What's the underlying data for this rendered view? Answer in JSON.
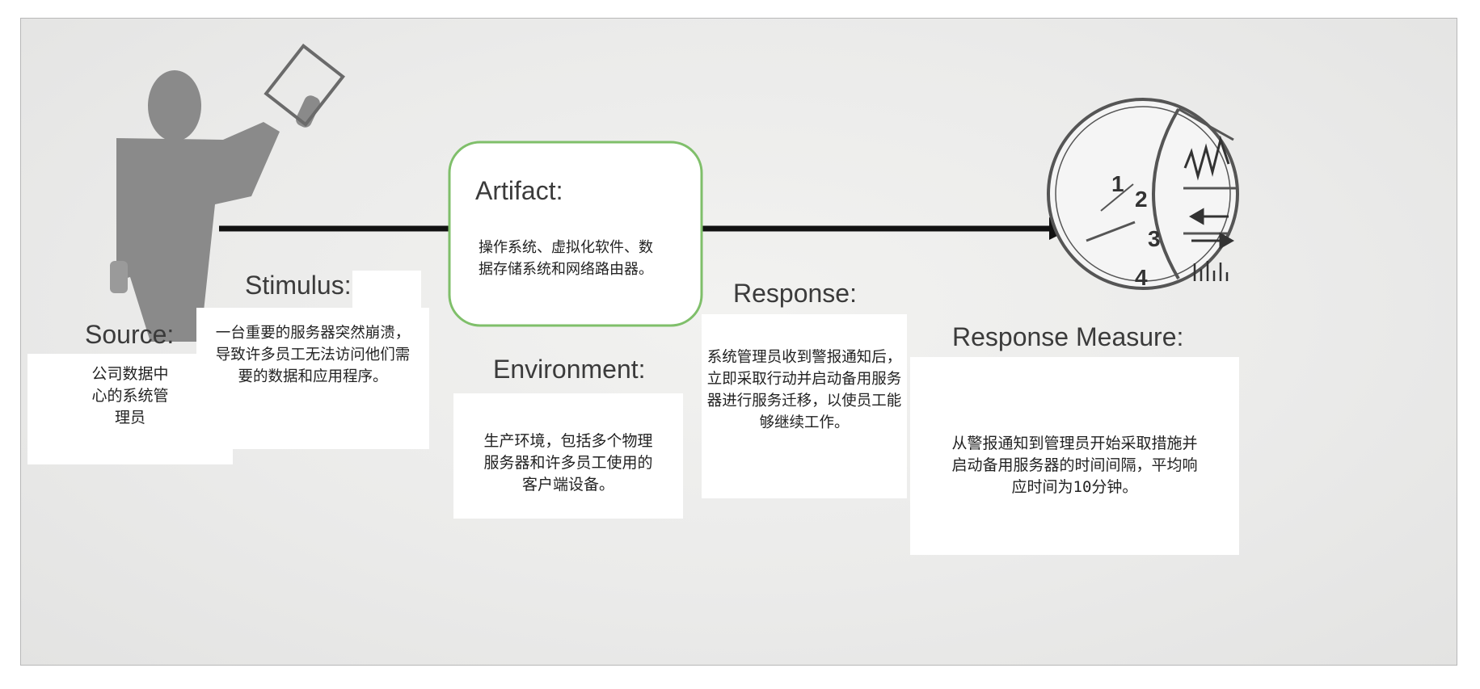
{
  "source": {
    "title": "Source:",
    "text": "公司数据中\n心的系统管\n理员"
  },
  "stimulus": {
    "title": "Stimulus:",
    "text": "一台重要的服务器突然崩溃，\n导致许多员工无法访问他们需\n要的数据和应用程序。"
  },
  "artifact": {
    "title": "Artifact:",
    "text": "操作系统、虚拟化软件、数\n据存储系统和网络路由器。"
  },
  "environment": {
    "title": "Environment:",
    "text": "生产环境，包括多个物理\n服务器和许多员工使用的\n客户端设备。"
  },
  "response": {
    "title": "Response:",
    "text": "系统管理员收到警报通知后，\n立即采取行动并启动备用服务\n器进行服务迁移，以使员工能\n够继续工作。"
  },
  "response_measure": {
    "title": "Response Measure:",
    "text": "从警报通知到管理员开始采取措施并\n启动备用服务器的时间间隔，平均响\n应时间为10分钟。"
  },
  "measure_icon_numbers": [
    "1",
    "2",
    "3",
    "4"
  ],
  "colors": {
    "arrow": "#111111",
    "artifact_border": "#7fbf6a",
    "figure": "#8a8a8a"
  }
}
